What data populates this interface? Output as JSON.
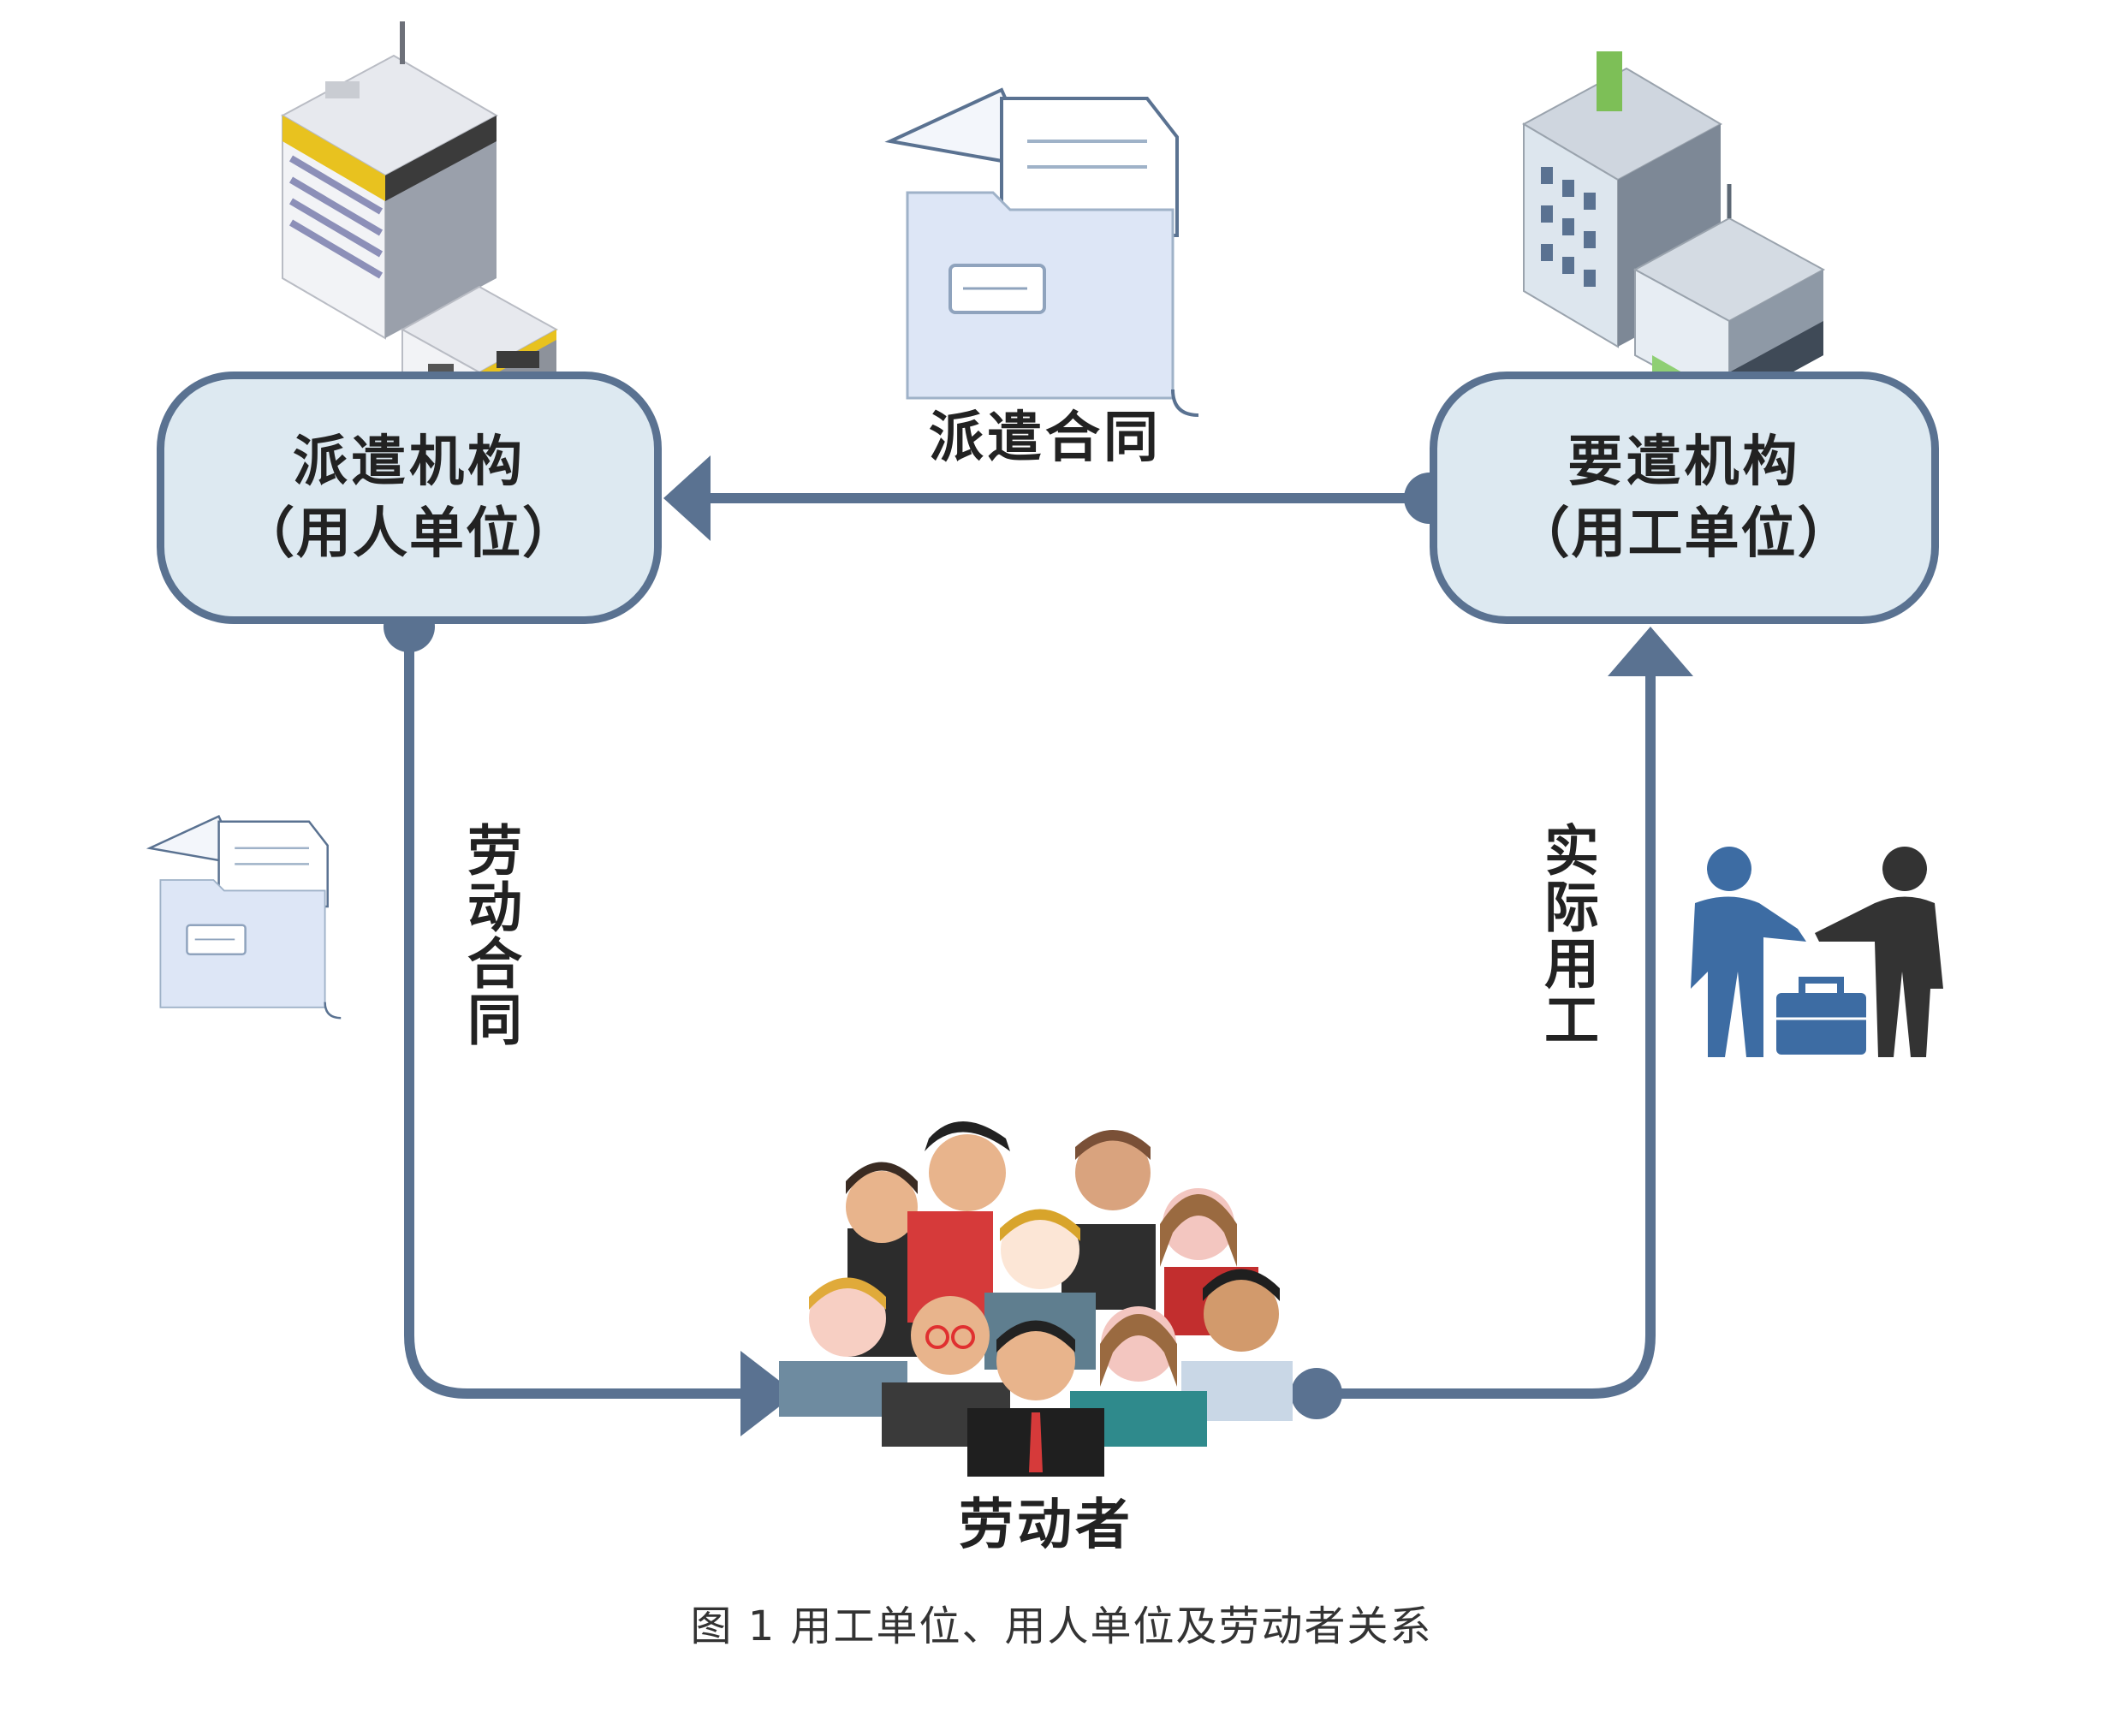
{
  "nodes": {
    "dispatch": {
      "title": "派遣机构",
      "subtitle": "（用人单位）"
    },
    "receiving": {
      "title": "要遣机构",
      "subtitle": "（用工单位）"
    },
    "workers": {
      "label": "劳动者"
    }
  },
  "edges": {
    "dispatch_contract": "派遣合同",
    "labor_contract": "劳动合同",
    "actual_employment": "实际用工"
  },
  "caption": "图 1 用工单位、用人单位及劳动者关系",
  "icons": {
    "dispatch_building": "office-building-icon",
    "receiving_building": "office-complex-icon",
    "contract_top": "contract-folder-icon",
    "contract_left": "contract-folder-icon",
    "handshake": "handshake-icon",
    "people": "worker-group-icon"
  },
  "colors": {
    "line": "#5a7291",
    "box_fill": "#dde9f1",
    "folder_fill": "#dde6f6"
  }
}
